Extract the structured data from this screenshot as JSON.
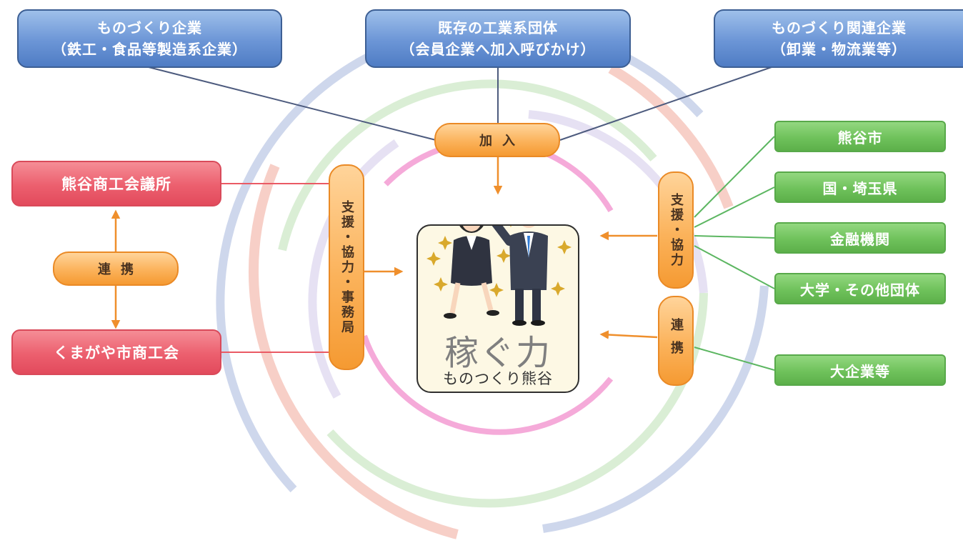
{
  "top_boxes": {
    "manufacturing": {
      "line1": "ものづくり企業",
      "line2": "（鉄工・食品等製造系企業）"
    },
    "industry_groups": {
      "line1": "既存の工業系団体",
      "line2": "（会員企業へ加入呼びかけ）"
    },
    "related": {
      "line1": "ものづくり関連企業",
      "line2": "（卸業・物流業等）"
    }
  },
  "join_label": "加入",
  "left": {
    "chamber": "熊谷商工会議所",
    "link_label": "連携",
    "society": "くまがや市商工会",
    "support_label": "支援・協力・事務局"
  },
  "right": {
    "support_label": "支援・協力",
    "link_label": "連携",
    "city": "熊谷市",
    "gov": "国・埼玉県",
    "finance": "金融機関",
    "university": "大学・その他団体",
    "large": "大企業等"
  },
  "center": {
    "title": "稼ぐ力",
    "subtitle": "ものつくり熊谷"
  },
  "colors": {
    "ring_blue": "#c9d3ea",
    "ring_green": "#d6ecd0",
    "ring_pink": "#f6c7bd",
    "ring_lavender": "#e3def2",
    "ring_magenta": "#f39bd2",
    "connector_blue": "#4d5b7e",
    "connector_red": "#ea5a64",
    "connector_green": "#5cb661",
    "arrow_orange": "#ef8f2c"
  }
}
